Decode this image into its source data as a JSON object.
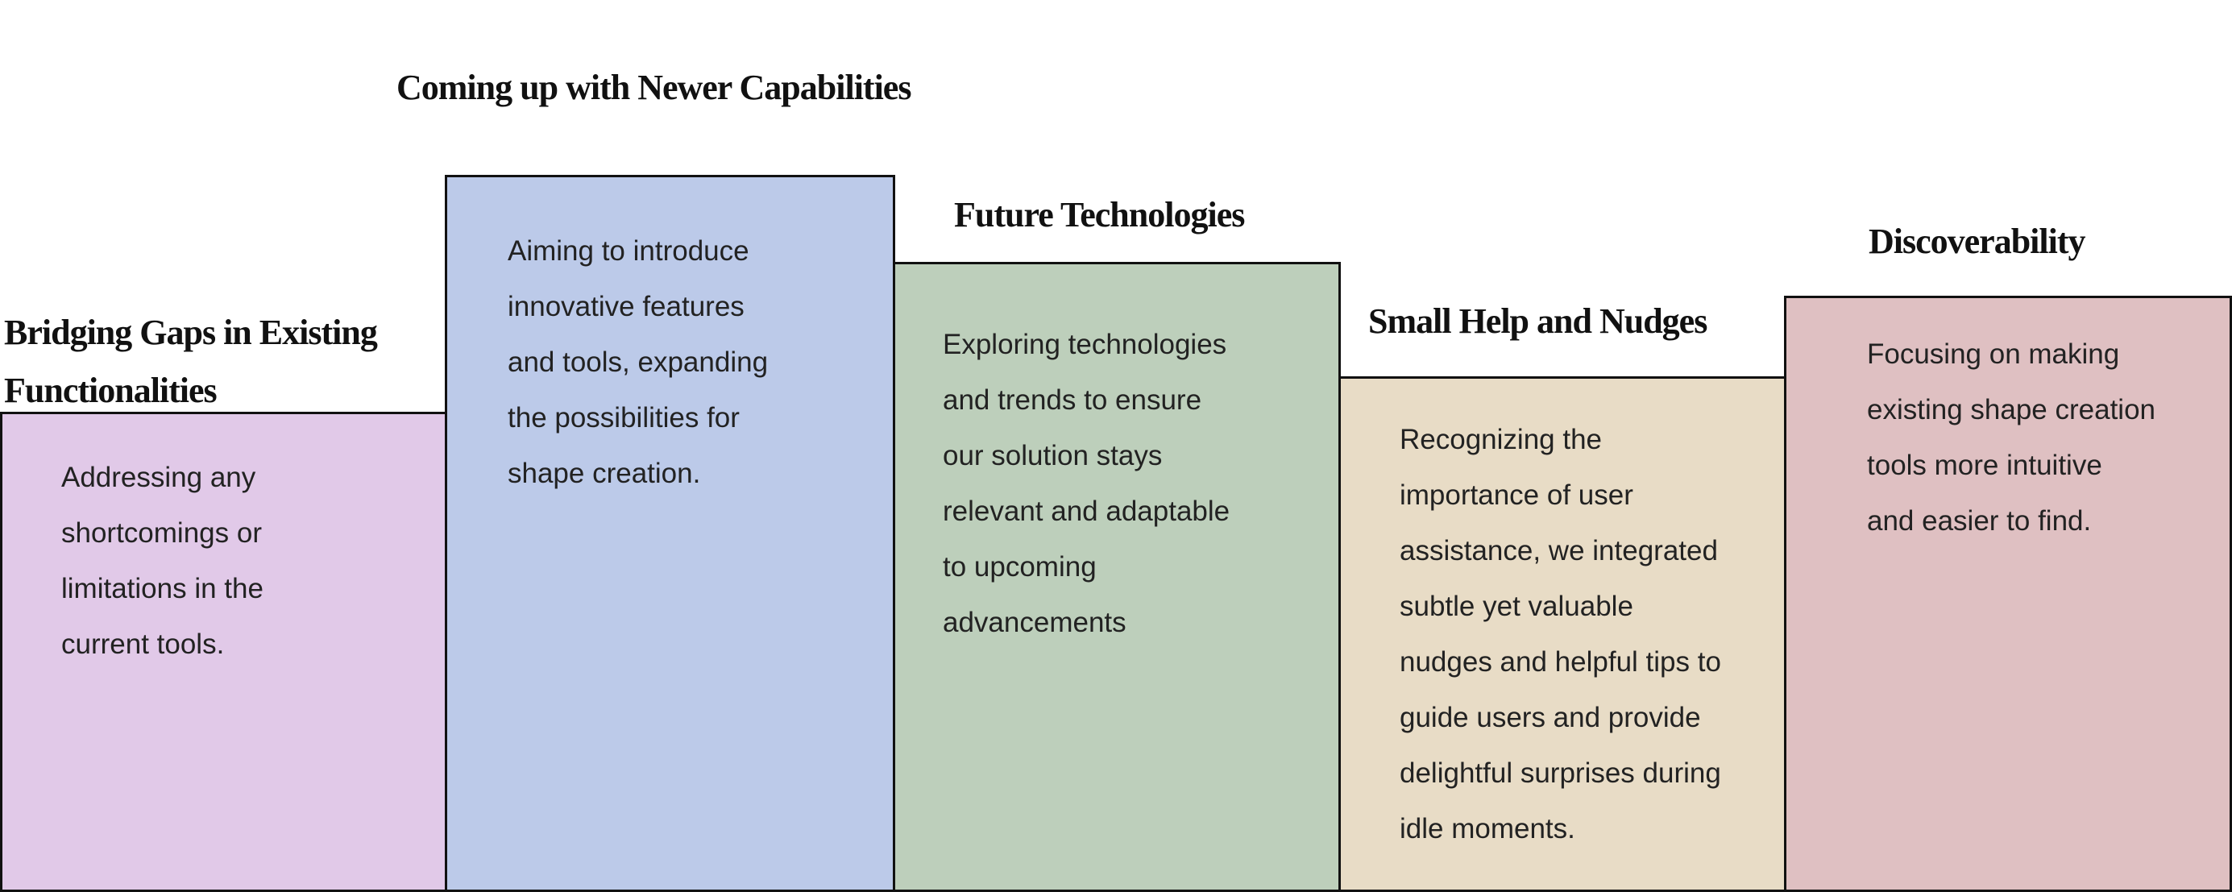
{
  "colors": {
    "col1": "#e1c9e8",
    "col2": "#bccae9",
    "col3": "#bdcfbb",
    "col4": "#e8dcc6",
    "col5": "#dfc0c2",
    "border": "#111111"
  },
  "columns": [
    {
      "heading": "Bridging Gaps in Existing\nFunctionalities",
      "body": "Addressing any\nshortcomings or\nlimitations in the\ncurrent tools."
    },
    {
      "heading": "Coming up with Newer Capabilities",
      "body": "Aiming to introduce\ninnovative features\nand tools, expanding\nthe possibilities for\nshape creation."
    },
    {
      "heading": "Future Technologies",
      "body": "Exploring technologies\nand trends to ensure\nour solution stays\nrelevant and adaptable\nto upcoming\nadvancements"
    },
    {
      "heading": "Small Help and Nudges",
      "body": "Recognizing the\nimportance of user\nassistance, we integrated\nsubtle yet valuable\nnudges and helpful tips to\nguide users and provide\ndelightful surprises during\nidle moments."
    },
    {
      "heading": "Discoverability",
      "body": "Focusing on making\nexisting shape creation\ntools more intuitive\nand easier to find."
    }
  ]
}
